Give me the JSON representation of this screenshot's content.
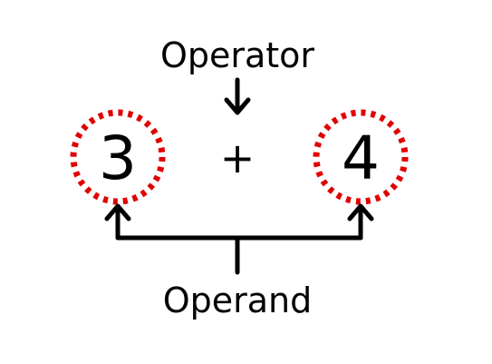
{
  "diagram": {
    "operator_label": "Operator",
    "operand_label": "Operand",
    "left_operand": "3",
    "operator_symbol": "+",
    "right_operand": "4"
  },
  "colors": {
    "ink": "#000000",
    "highlight_ring": "#e00000",
    "background": "#ffffff"
  }
}
